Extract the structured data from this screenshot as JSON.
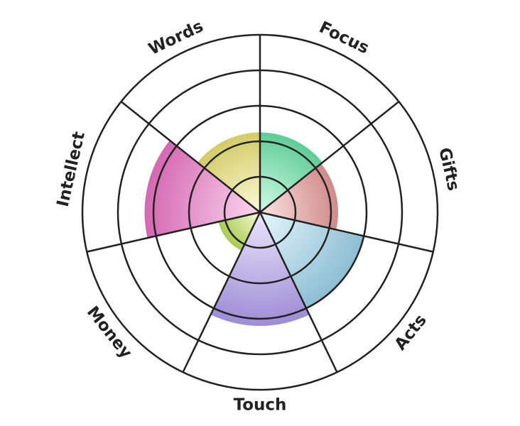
{
  "chart_data": {
    "type": "polar-area",
    "title": "",
    "categories": [
      "Focus",
      "Gifts",
      "Acts",
      "Touch",
      "Money",
      "Intellect",
      "Words"
    ],
    "values": [
      2.25,
      2.2,
      3.0,
      3.2,
      1.2,
      3.25,
      2.25
    ],
    "rlim": [
      0,
      5
    ],
    "rings": [
      1,
      2,
      3,
      4,
      5
    ],
    "grid": true,
    "colors": [
      {
        "inner": "#d2fbe6",
        "outer": "#5fcc97"
      },
      {
        "inner": "#fbe2e2",
        "outer": "#d08a8a"
      },
      {
        "inner": "#e6f6fc",
        "outer": "#8dbed3"
      },
      {
        "inner": "#ebe6fb",
        "outer": "#9e8cd6"
      },
      {
        "inner": "#f4fbd8",
        "outer": "#a9cb4f"
      },
      {
        "inner": "#fbd6ee",
        "outer": "#d468b2"
      },
      {
        "inner": "#fbfad8",
        "outer": "#d3cb68"
      }
    ]
  }
}
